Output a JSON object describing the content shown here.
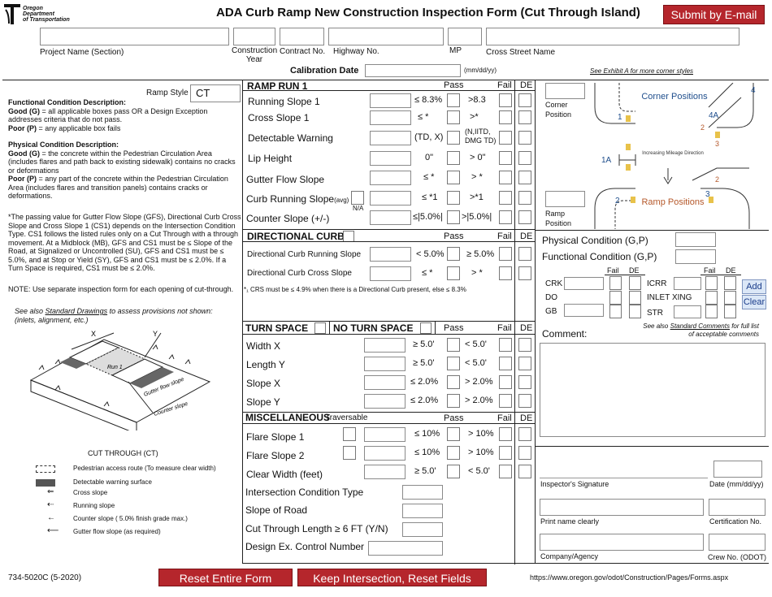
{
  "header": {
    "logo_line1": "Oregon",
    "logo_line2": "Department",
    "logo_line3": "of Transportation",
    "title": "ADA Curb Ramp New Construction Inspection Form (Cut Through Island)",
    "submit_label": "Submit by E-mail"
  },
  "top_fields": {
    "project_name": "Project Name (Section)",
    "construction_year": "Construction Year",
    "contract_no": "Contract No.",
    "highway_no": "Highway No.",
    "mp": "MP",
    "cross_street": "Cross Street Name",
    "calibration_date": "Calibration Date",
    "date_format": "(mm/dd/yy)",
    "exhibit_note": "See Exhibit A for more corner styles"
  },
  "left": {
    "ramp_style_label": "Ramp Style",
    "ramp_style_value": "CT",
    "func_heading": "Functional Condition Description:",
    "func_good_b": "Good (G)",
    "func_good": " = all applicable boxes pass OR a Design Exception addresses criteria that do not pass.",
    "func_poor_b": "Poor (P)",
    "func_poor": " = any applicable box fails",
    "phys_heading": "Physical Condition Description:",
    "phys_good_b": "Good (G)",
    "phys_good": " = the concrete within the Pedestrian Circulation Area (includes flares and path back to existing sidewalk) contains no cracks or deformations",
    "phys_poor_b": "Poor (P)",
    "phys_poor": " = any part of the concrete within the Pedestrian Circulation Area (includes flares and transition panels) contains cracks or deformations.",
    "passing_note": "*The passing value for Gutter Flow Slope (GFS), Directional Curb Cross Slope and Cross Slope 1 (CS1) depends on the Intersection Condition Type.  CS1 follows the listed rules only on a Cut Through with a through movement. At a Midblock (MB), GFS and CS1 must be ≤ Slope of the Road, at Signalized or Uncontrolled (SU), GFS and CS1 must be ≤ 5.0%, and at Stop or Yield (SY), GFS and CS1 must be ≤ 2.0%.  If a Turn Space is required, CS1 must be ≤ 2.0%.",
    "separate_note": "NOTE: Use separate inspection form for each opening of cut-through.",
    "see_also_pre": "See also ",
    "see_also_link": "Standard Drawings",
    "see_also_post": " to assess provisions not shown:",
    "see_also_line2": "(inlets, alignment, etc.)",
    "diagram_labels": {
      "x": "X",
      "y": "Y",
      "run": "Run 1",
      "gutter": "Gutter flow slope",
      "counter": "Counter slope"
    },
    "legend_title": "CUT THROUGH (CT)",
    "legend_items": [
      "Pedestrian access route (To measure clear width)",
      "Detectable warning surface",
      "Cross slope",
      "Running slope",
      "Counter slope ( 5.0% finish grade max.)",
      "Gutter flow slope (as required)"
    ]
  },
  "col_heads": {
    "pass": "Pass",
    "fail": "Fail",
    "de": "DE"
  },
  "ramp_run": {
    "title": "RAMP RUN 1",
    "rows": [
      {
        "label": "Running Slope 1",
        "pass": "≤ 8.3%",
        "fail": ">8.3"
      },
      {
        "label": "Cross Slope 1",
        "pass": "≤ *",
        "fail": ">*"
      },
      {
        "label": "Detectable Warning",
        "pass": "(TD, X)",
        "fail": "(N,IITD, DMG TD)"
      },
      {
        "label": "Lip Height",
        "pass": "0\"",
        "fail": "> 0\""
      },
      {
        "label": "Gutter Flow Slope",
        "pass": "≤ *",
        "fail": "> *"
      },
      {
        "label": "Curb Running Slope",
        "label_sub": "(avg)",
        "na": "N/A",
        "pass": "≤ *1",
        "fail": ">*1"
      },
      {
        "label": "Counter Slope (+/-)",
        "pass": "≤|5.0%|",
        "fail": ">|5.0%|"
      }
    ]
  },
  "directional_curb": {
    "title": "DIRECTIONAL CURB",
    "rows": [
      {
        "label": "Directional Curb Running Slope",
        "pass": "< 5.0%",
        "fail": "≥ 5.0%"
      },
      {
        "label": "Directional Curb Cross Slope",
        "pass": "≤ *",
        "fail": "> *"
      }
    ],
    "note": "*₁ CRS must be ≤  4.9% when there is a Directional Curb present, else ≤ 8.3%"
  },
  "turn_space": {
    "title": "TURN SPACE",
    "no_turn": "NO TURN SPACE",
    "rows": [
      {
        "label": "Width X",
        "pass": "≥ 5.0'",
        "fail": "< 5.0'"
      },
      {
        "label": "Length Y",
        "pass": "≥ 5.0'",
        "fail": "< 5.0'"
      },
      {
        "label": "Slope X",
        "pass": "≤ 2.0%",
        "fail": "> 2.0%"
      },
      {
        "label": "Slope Y",
        "pass": "≤ 2.0%",
        "fail": "> 2.0%"
      }
    ]
  },
  "misc": {
    "title": "MISCELLANEOUS",
    "traversable": "Traversable",
    "rows": [
      {
        "label": "Flare Slope 1",
        "pass": "≤ 10%",
        "fail": "> 10%"
      },
      {
        "label": "Flare Slope 2",
        "pass": "≤ 10%",
        "fail": "> 10%"
      },
      {
        "label": "Clear Width (feet)",
        "pass": "≥ 5.0'",
        "fail": "< 5.0'"
      }
    ],
    "extra": [
      "Intersection Condition Type",
      "Slope of Road",
      "Cut Through Length  ≥ 6 FT (Y/N)",
      "Design Ex. Control Number"
    ]
  },
  "corner": {
    "corner_position": "Corner Position",
    "ramp_position": "Ramp Position",
    "corner_positions_title": "Corner Positions",
    "ramp_positions_title": "Ramp Positions",
    "increasing": "Increasing Mileage Direction",
    "nums": [
      "4",
      "4A",
      "1",
      "2",
      "3",
      "1A",
      "2",
      "2",
      "3"
    ]
  },
  "condition": {
    "physical": "Physical Condition (G,P)",
    "functional": "Functional Condition (G,P)",
    "fail": "Fail",
    "de": "DE",
    "left_items": [
      "CRK",
      "DO",
      "GB"
    ],
    "right_items": [
      "ICRR",
      "INLET XING",
      "STR"
    ],
    "add": "Add",
    "clear": "Clear",
    "comment": "Comment:",
    "see_also_pre": "See also ",
    "see_also_link": "Standard Comments",
    "see_also_post": " for full list",
    "see_also_line2": "of acceptable comments"
  },
  "signature": {
    "inspector": "Inspector's Signature",
    "date": "Date (mm/dd/yy)",
    "print_name": "Print name clearly",
    "cert": "Certification No.",
    "company": "Company/Agency",
    "crew": "Crew No. (ODOT)"
  },
  "footer": {
    "form_no": "734-5020C (5-2020)",
    "reset_all": "Reset Entire Form",
    "reset_keep": "Keep Intersection, Reset Fields",
    "url": "https://www.oregon.gov/odot/Construction/Pages/Forms.aspx"
  }
}
